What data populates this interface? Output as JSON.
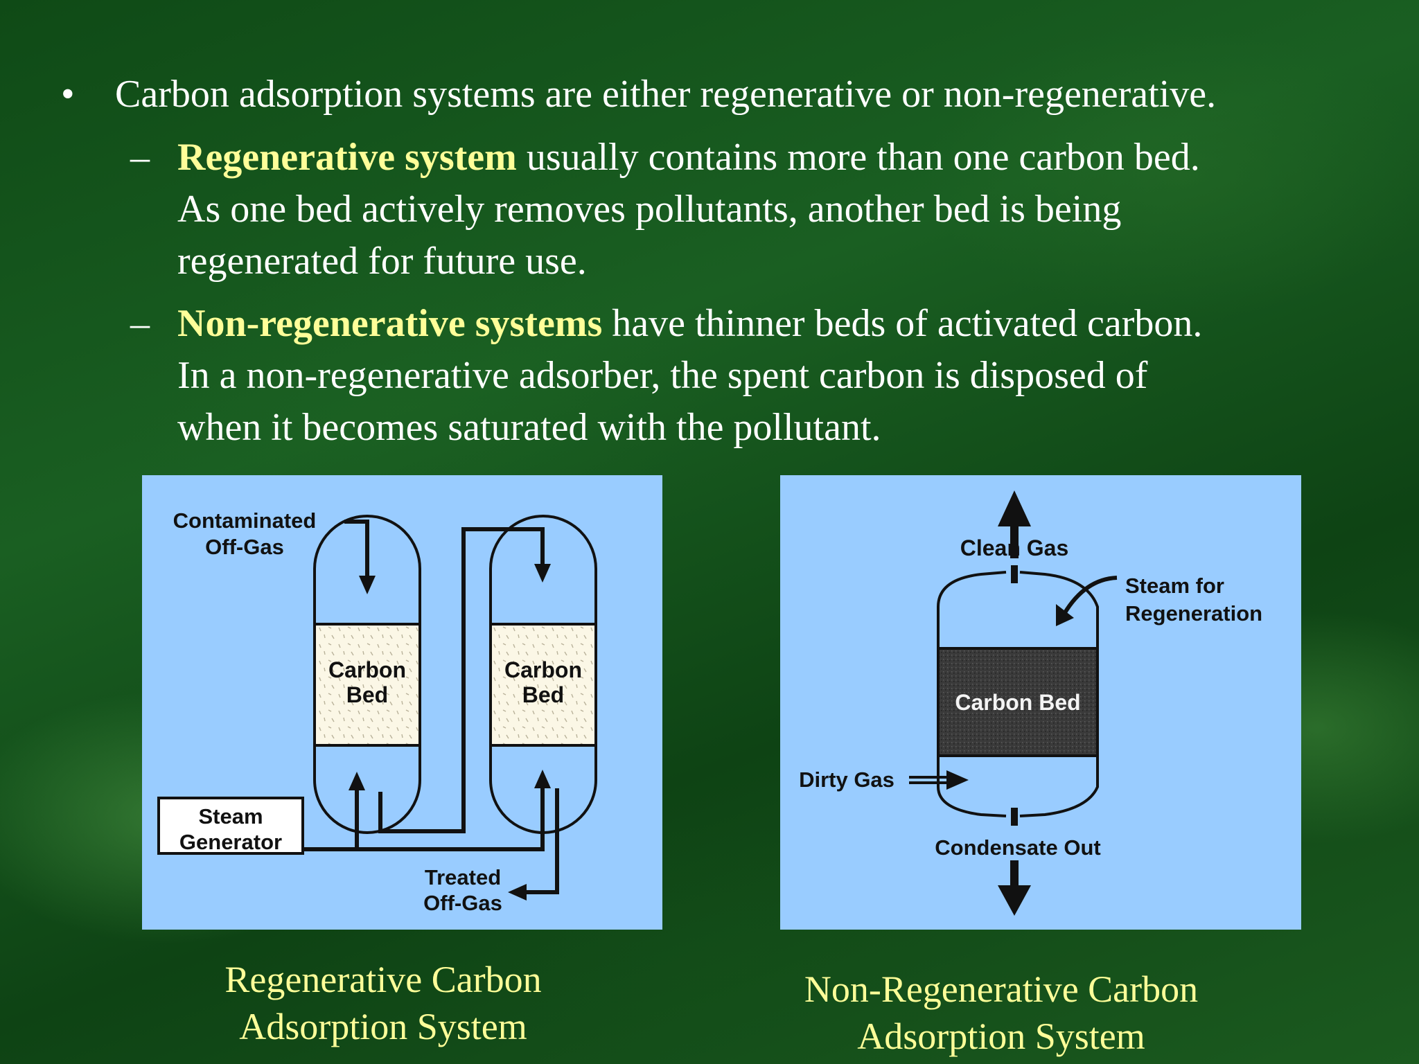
{
  "bullet": {
    "symbol": "•",
    "text": "Carbon adsorption systems are either regenerative or non-regenerative."
  },
  "sub_items": [
    {
      "dash": "–",
      "term": "Regenerative system",
      "line1_rest": " usually contains more than one carbon bed.",
      "line2": "As one bed actively removes pollutants, another bed is being",
      "line3": "regenerated for future use."
    },
    {
      "dash": "–",
      "term": "Non-regenerative systems",
      "line1_rest": " have thinner beds of activated carbon.",
      "line2": "In a non-regenerative adsorber, the spent carbon is disposed of",
      "line3": "when it becomes saturated with the pollutant."
    }
  ],
  "diagram_left": {
    "contaminated_1": "Contaminated",
    "contaminated_2": "Off-Gas",
    "bed1_1": "Carbon",
    "bed1_2": "Bed",
    "bed2_1": "Carbon",
    "bed2_2": "Bed",
    "steam_1": "Steam",
    "steam_2": "Generator",
    "treated_1": "Treated",
    "treated_2": "Off-Gas",
    "caption_1": "Regenerative Carbon",
    "caption_2": "Adsorption System"
  },
  "diagram_right": {
    "clean_gas": "Clean Gas",
    "steam_1": "Steam for",
    "steam_2": "Regeneration",
    "carbon_bed": "Carbon Bed",
    "dirty_gas": "Dirty Gas",
    "condensate": "Condensate Out",
    "caption_1": "Non-Regenerative Carbon",
    "caption_2": "Adsorption System"
  },
  "colors": {
    "panel_bg": "#99ccff",
    "highlight": "#ffff99",
    "carbon_bed_dark": "#333333",
    "carbon_bed_light": "#fbf7e6"
  }
}
